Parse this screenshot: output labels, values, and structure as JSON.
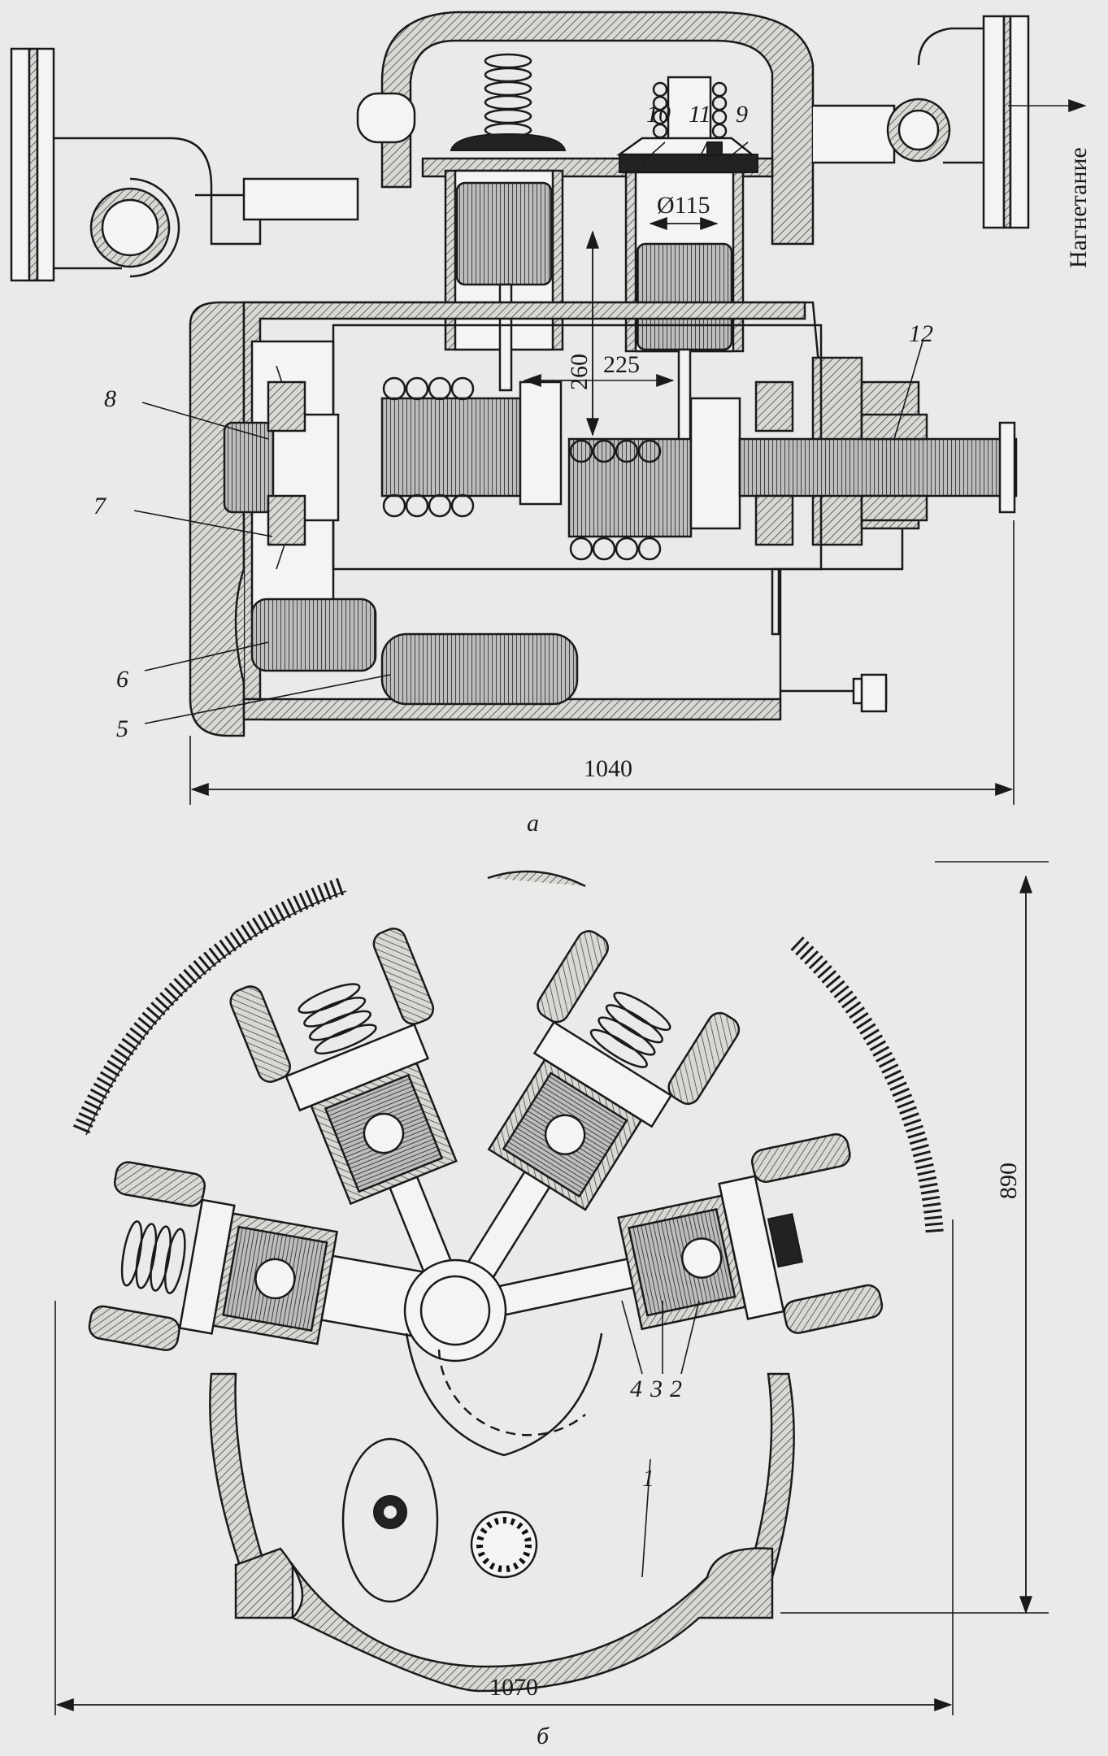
{
  "figure": {
    "part_a": {
      "caption": "а",
      "flow_label": "Нагнетание",
      "callouts": [
        "10",
        "11",
        "9",
        "12",
        "8",
        "7",
        "6",
        "5"
      ],
      "dimensions": {
        "bore": "Ø115",
        "height": "260",
        "offset": "225",
        "length": "1040"
      }
    },
    "part_b": {
      "caption": "б",
      "callouts": [
        "4",
        "3",
        "2",
        "1"
      ],
      "dimensions": {
        "height": "890",
        "width": "1070"
      }
    }
  }
}
